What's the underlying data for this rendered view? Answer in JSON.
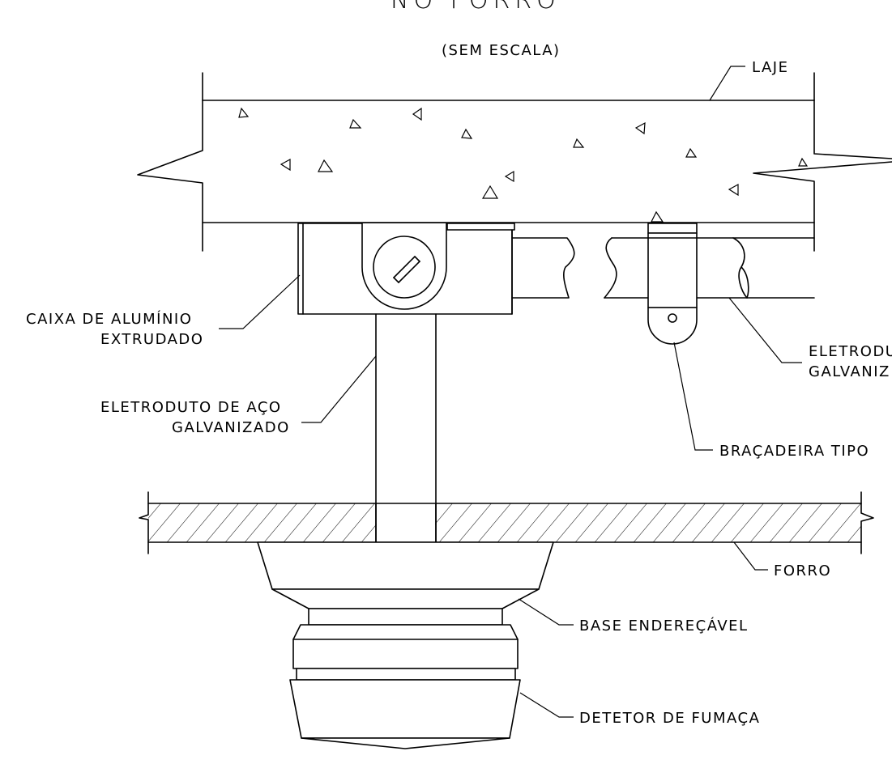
{
  "title": "NO FORRO",
  "subtitle": "(SEM ESCALA)",
  "labels": {
    "laje": "LAJE",
    "caixa_line1": "CAIXA DE ALUMÍNIO",
    "caixa_line2": "EXTRUDADO",
    "eletroduto_left_line1": "ELETRODUTO DE AÇO",
    "eletroduto_left_line2": "GALVANIZADO",
    "eletroduto_right_line1": "ELETRODU",
    "eletroduto_right_line2": "GALVANIZ",
    "bracadeira": "BRAÇADEIRA TIPO",
    "forro": "FORRO",
    "base": "BASE ENDEREÇÁVEL",
    "detetor": "DETETOR DE FUMAÇA"
  }
}
